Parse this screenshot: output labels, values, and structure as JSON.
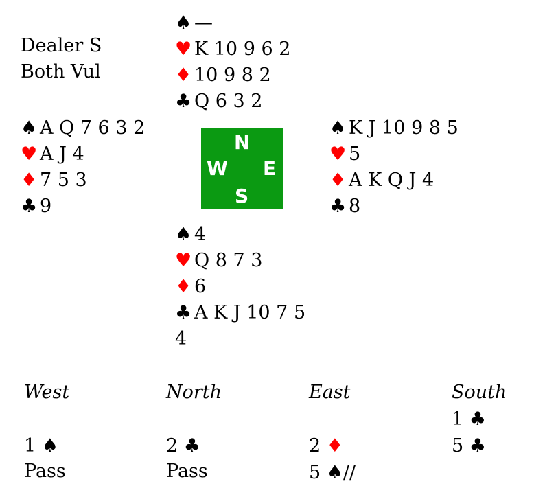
{
  "info": {
    "dealer": "Dealer S",
    "vul": "Both Vul"
  },
  "suits": {
    "spade": "♠",
    "heart": "♥",
    "diamond": "♦",
    "club": "♣"
  },
  "colors": {
    "red_suit": "#ff0000",
    "black_suit": "#000000",
    "compass_bg": "#0b9a12"
  },
  "north": {
    "spades": "—",
    "hearts": "K 10 9 6 2",
    "diamonds": "10 9 8 2",
    "clubs": "Q 6 3 2"
  },
  "west": {
    "spades": "A Q 7 6 3 2",
    "hearts": "A J 4",
    "diamonds": "7 5 3",
    "clubs": "9"
  },
  "east": {
    "spades": "K J 10 9 8 5",
    "hearts": "5",
    "diamonds": "A K Q J 4",
    "clubs": "8"
  },
  "south": {
    "spades": "4",
    "hearts": "Q 8 7 3",
    "diamonds": "6",
    "clubs": "A K J 10 7 5",
    "extra": "4"
  },
  "compass": {
    "n": "N",
    "w": "W",
    "e": "E",
    "s": "S"
  },
  "auction": {
    "headers": {
      "west": "West",
      "north": "North",
      "east": "East",
      "south": "South"
    },
    "r1_south": "1",
    "r2_west": "1",
    "r2_north": "2",
    "r2_east": "2",
    "r2_south": "5",
    "r3_west": "Pass",
    "r3_north": "Pass",
    "r3_east": "5",
    "r3_east_end": "//"
  }
}
